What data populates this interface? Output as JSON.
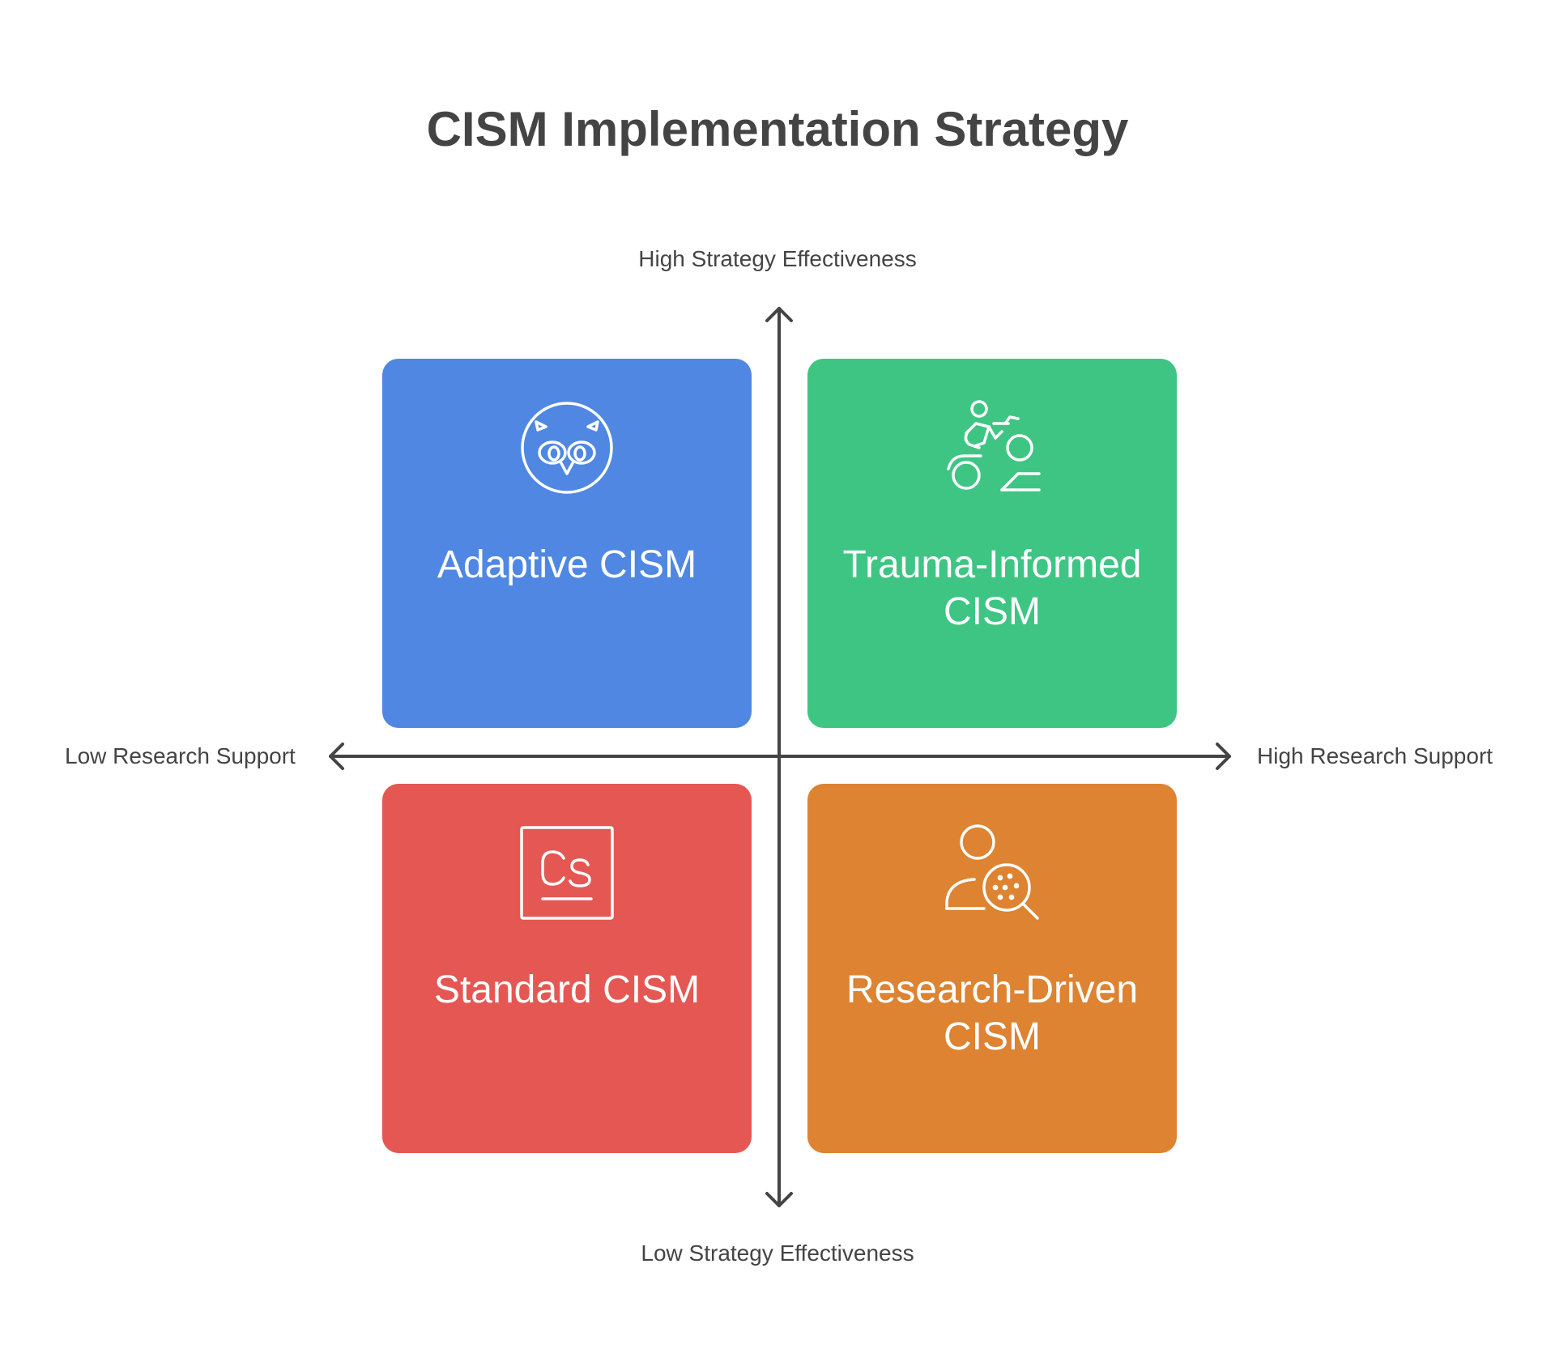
{
  "title": "CISM Implementation Strategy",
  "axes": {
    "top": "High Strategy Effectiveness",
    "bottom": "Low Strategy Effectiveness",
    "left": "Low Research Support",
    "right": "High Research Support"
  },
  "quadrants": [
    {
      "label": "Adaptive CISM",
      "color": "#4F87E3",
      "icon": "owl-icon"
    },
    {
      "label": "Trauma-Informed CISM",
      "color": "#3EC584",
      "icon": "motorcyclist-icon"
    },
    {
      "label": "Standard CISM",
      "color": "#E55753",
      "icon": "cs-document-icon"
    },
    {
      "label": "Research-Driven CISM",
      "color": "#DD8331",
      "icon": "user-search-icon"
    }
  ],
  "colors": {
    "text": "#444444",
    "axis": "#444444"
  }
}
